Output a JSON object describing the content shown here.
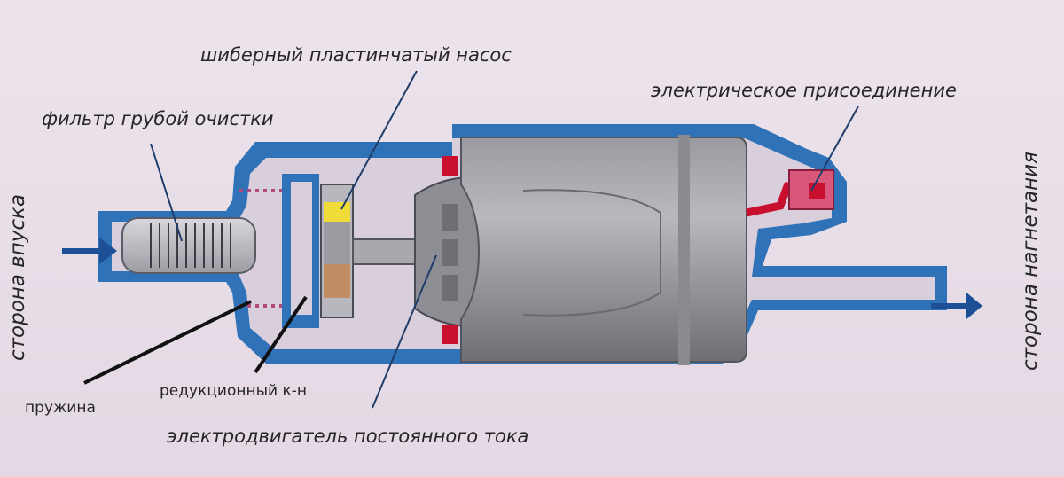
{
  "labels": {
    "vane_pump": "шиберный пластинчатый насос",
    "electrical_connection": "электрическое присоединение",
    "coarse_filter": "фильтр грубой очистки",
    "intake_side": "сторона впуска",
    "discharge_side": "сторона нагнетания",
    "spring": "пружина",
    "reduction_valve": "редукционный к-н",
    "dc_motor": "электродвигатель постоянного тока"
  },
  "colors": {
    "housing_blue": "#2f72b7",
    "motor_gray": "#7d7d83",
    "accent_red": "#c8102e",
    "connector_pink": "#d9577a",
    "vane_yellow": "#f0dc36",
    "rotor_tan": "#c08e62",
    "flow_arrow": "#1c4f96",
    "leader_line": "#1f3d6b"
  }
}
